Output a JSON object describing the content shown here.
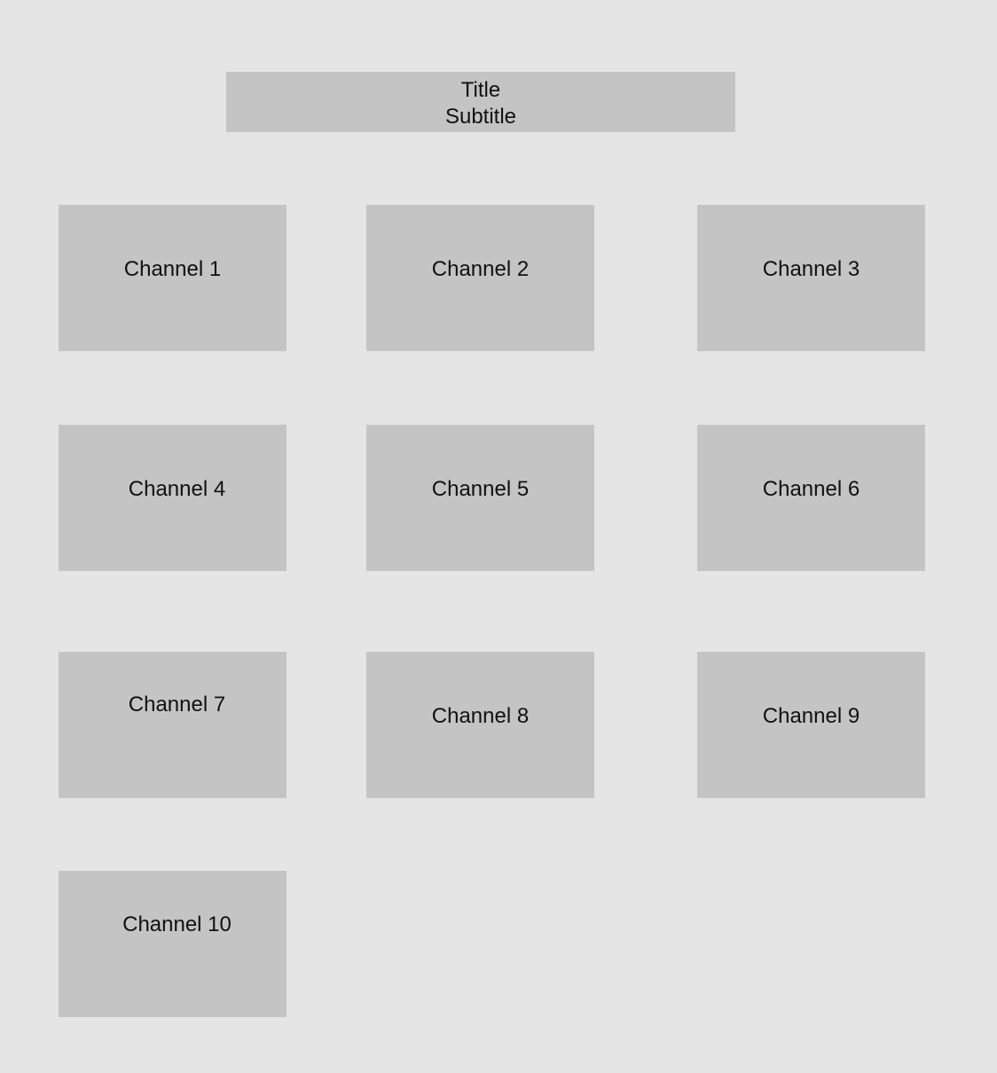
{
  "header": {
    "title": "Title",
    "subtitle": "Subtitle"
  },
  "channels": [
    {
      "label": "Channel 1"
    },
    {
      "label": "Channel 2"
    },
    {
      "label": "Channel 3"
    },
    {
      "label": "Channel 4"
    },
    {
      "label": "Channel 5"
    },
    {
      "label": "Channel 6"
    },
    {
      "label": "Channel 7"
    },
    {
      "label": "Channel 8"
    },
    {
      "label": "Channel 9"
    },
    {
      "label": "Channel 10"
    }
  ],
  "colors": {
    "background": "#e5e5e5",
    "tile": "#c4c4c4",
    "text": "#111111"
  }
}
